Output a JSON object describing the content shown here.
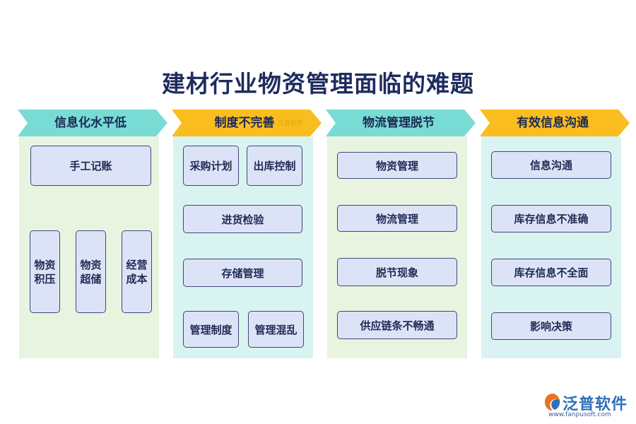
{
  "title": "建材行业物资管理面临的难题",
  "watermark": "泛普软件",
  "colors": {
    "teal_header": "#79dcd4",
    "yellow_header": "#f9bd1f",
    "green_body": "#e8f4df",
    "cyan_body": "#d9f3f0",
    "box_fill": "#dde3f7",
    "box_border": "#3a4a7a"
  },
  "columns": [
    {
      "header": "信息化水平低",
      "items": [
        "手工记账",
        "物资\n积压",
        "物资\n超储",
        "经营\n成本"
      ]
    },
    {
      "header": "制度不完善",
      "items": [
        "采购计划",
        "出库控制",
        "进货检验",
        "存储管理",
        "管理制度",
        "管理混乱"
      ]
    },
    {
      "header": "物流管理脱节",
      "items": [
        "物资管理",
        "物流管理",
        "脱节现象",
        "供应链条不畅通"
      ]
    },
    {
      "header": "有效信息沟通",
      "items": [
        "信息沟通",
        "库存信息不准确",
        "库存信息不全面",
        "影响决策"
      ]
    }
  ],
  "logo": {
    "icon": "fanpu-logo-icon",
    "name": "泛普软件",
    "url": "www.fanpusoft.com"
  }
}
